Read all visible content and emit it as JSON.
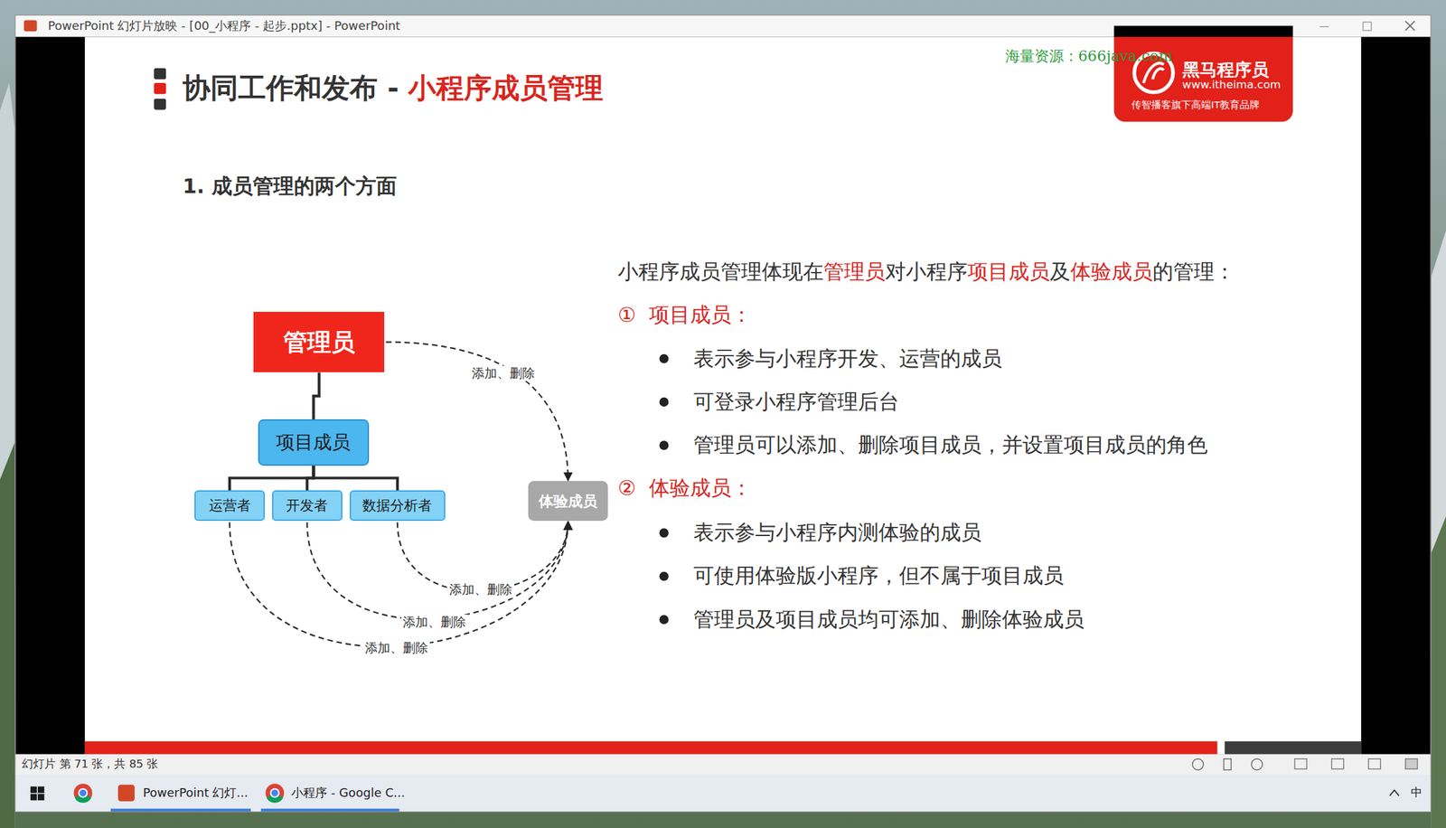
{
  "diagram": {
    "nodes": [
      {
        "text": [
          "管理员"
        ]
      },
      {
        "text": [
          "项目成员"
        ]
      },
      {
        "text": [
          "运营者"
        ]
      },
      {
        "text": [
          "开发者"
        ]
      },
      {
        "text": [
          "数据分析者"
        ]
      },
      {
        "text": [
          "体验成员"
        ]
      }
    ],
    "edges": [
      {
        "from": 0,
        "to": 1,
        "arrow": "none"
      },
      {
        "from": 1,
        "to": 2,
        "arrow": "none"
      },
      {
        "from": 1,
        "to": 3,
        "arrow": "none"
      },
      {
        "from": 1,
        "to": 4,
        "arrow": "none"
      },
      {
        "from": 0,
        "to": 5,
        "label": "添加、删除",
        "arrow": "to"
      },
      {
        "from": 4,
        "to": 5,
        "label": "添加、删除",
        "arrow": "to"
      },
      {
        "from": 3,
        "to": 5,
        "label": "添加、删除",
        "arrow": "to"
      },
      {
        "from": 2,
        "to": 5,
        "label": "添加、删除",
        "arrow": "to"
      }
    ],
    "labels": [
      "PowerPoint 幻灯片放映 - [00_小程序 - 起步.pptx] - PowerPoint",
      "协同工作和发布 - ",
      "小程序成员管理",
      "海量资源：666java.com",
      "黑马程序员",
      "www.itheima.com",
      "传智播客旗下高端IT教育品牌",
      "1. 成员管理的两个方面",
      "小程序成员管理体现在",
      "管理员",
      "对小程序",
      "项目成员",
      "及",
      "体验成员",
      "的管理：",
      "①",
      "项目成员：",
      "表示参与小程序开发、运营的成员",
      "可登录小程序管理后台",
      "管理员可以添加、删除项目成员，并设置项目成员的角色",
      "②",
      "体验成员：",
      "表示参与小程序内测体验的成员",
      "可使用体验版小程序，但不属于项目成员",
      "管理员及项目成员均可添加、删除体验成员",
      "幻灯片 第 71 张，共 85 张",
      "PowerPoint 幻灯...",
      "小程序 - Google C...",
      "中"
    ]
  }
}
